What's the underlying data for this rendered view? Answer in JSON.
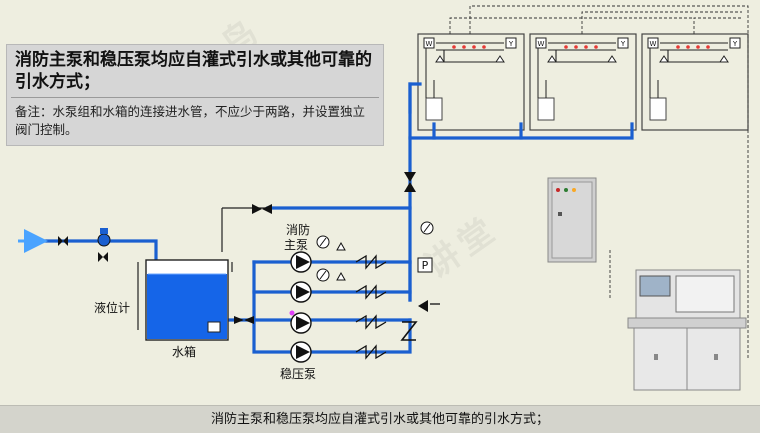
{
  "callout": {
    "title": "消防主泵和稳压泵均应自灌式引水或其他可靠的引水方式；",
    "note": "备注：水泵组和水箱的连接进水管，不应少于两路，并设置独立阀门控制。"
  },
  "labels": {
    "fire_pump": "消防主泵",
    "pressure_pump": "稳压泵",
    "level_gauge": "液位计",
    "tank": "水箱",
    "pressure_switch": "P",
    "w_marker": "W",
    "y_marker": "Y"
  },
  "caption": "消防主泵和稳压泵均应自灌式引水或其他可靠的引水方式；",
  "colors": {
    "pipe": "#1a5fd0",
    "water": "#1565e8",
    "line": "#222222",
    "alarm_red": "#e53935"
  }
}
